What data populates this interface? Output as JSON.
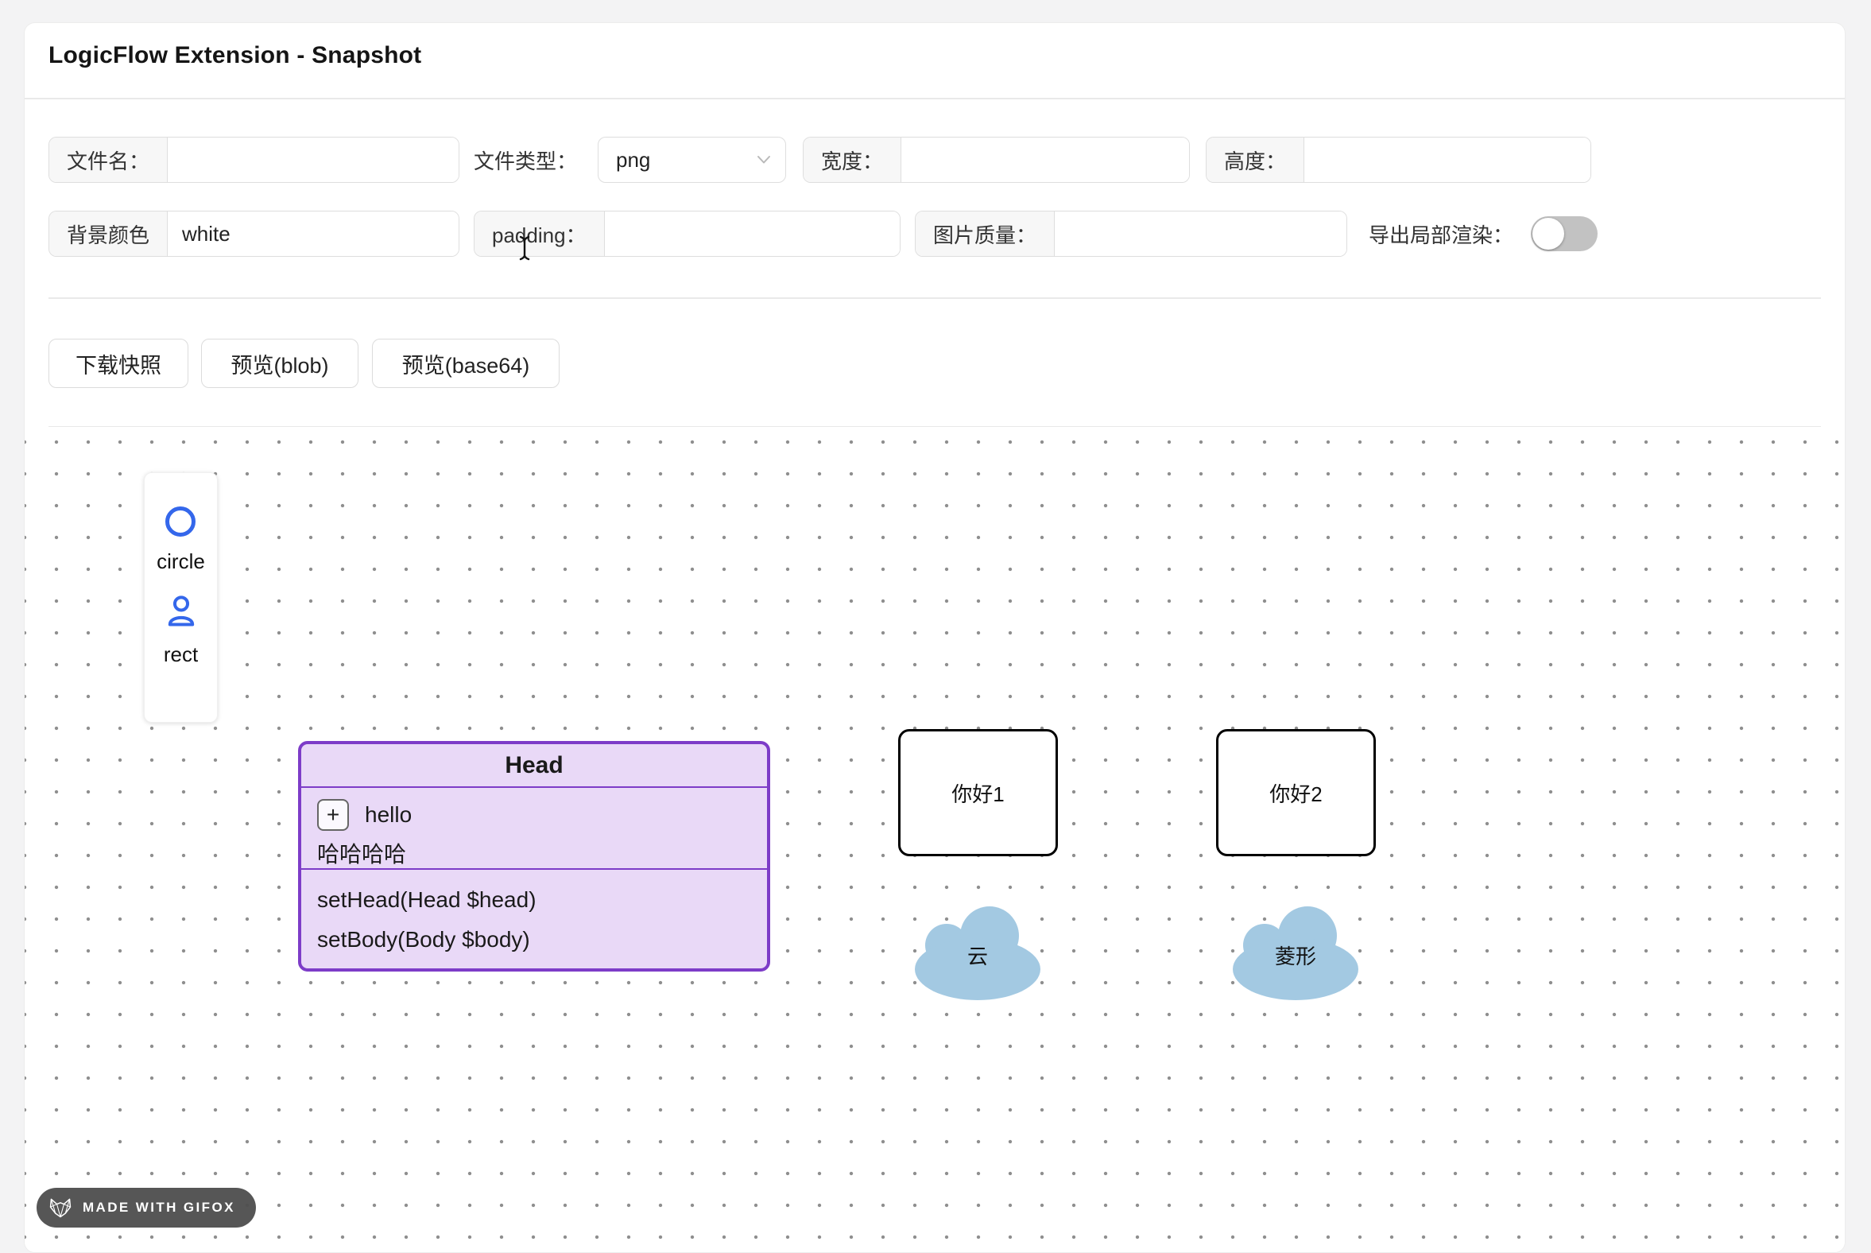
{
  "header": {
    "title": "LogicFlow Extension - Snapshot"
  },
  "form": {
    "file_name_label": "文件名：",
    "file_name_value": "",
    "file_type_label": "文件类型：",
    "file_type_value": "png",
    "width_label": "宽度：",
    "width_value": "",
    "height_label": "高度：",
    "height_value": "",
    "bg_color_label": "背景颜色",
    "bg_color_value": "white",
    "padding_label": "padding：",
    "padding_value": "",
    "quality_label": "图片质量：",
    "quality_value": "",
    "partial_label": "导出局部渲染：",
    "partial_toggle_state": "off"
  },
  "toolbar": {
    "download_label": "下载快照",
    "preview_blob_label": "预览(blob)",
    "preview_base64_label": "预览(base64)"
  },
  "palette": {
    "items": [
      {
        "icon": "circle-icon",
        "label": "circle"
      },
      {
        "icon": "person-icon",
        "label": "rect"
      }
    ]
  },
  "canvas": {
    "head_node": {
      "title": "Head",
      "expander": "+",
      "field1": "hello",
      "field2": "哈哈哈哈",
      "method1": "setHead(Head $head)",
      "method2": "setBody(Body $body)"
    },
    "rect_nodes": [
      {
        "label": "你好1"
      },
      {
        "label": "你好2"
      }
    ],
    "cloud_nodes": [
      {
        "label": "云"
      },
      {
        "label": "菱形"
      }
    ]
  },
  "badge": {
    "text": "MADE WITH GIFOX",
    "icon": "fox-icon"
  },
  "colors": {
    "purple_border": "#7d3cc8",
    "purple_fill": "#e9d9f7",
    "cloud_blue": "#a3c9e2",
    "icon_blue": "#3467eb",
    "toggle_track": "#c2c2c2",
    "badge_bg": "#4e4e4e"
  }
}
